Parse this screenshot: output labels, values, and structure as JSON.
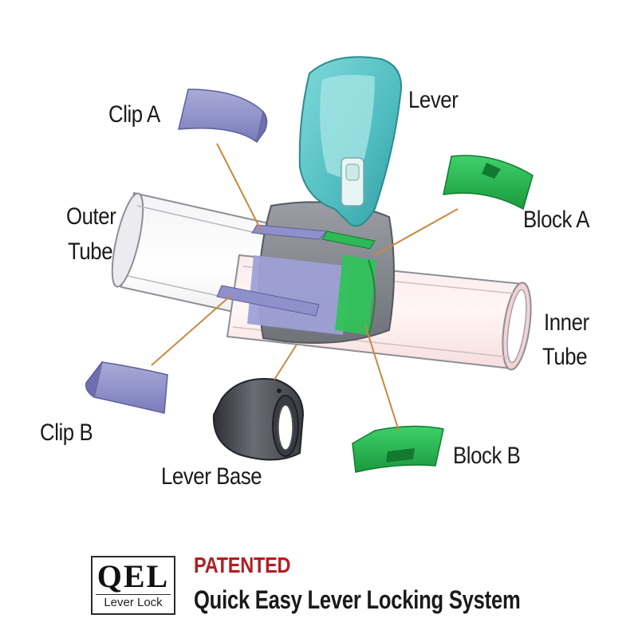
{
  "labels": {
    "clip_a": "Clip A",
    "lever": "Lever",
    "outer_tube_line1": "Outer",
    "outer_tube_line2": "Tube",
    "block_a": "Block A",
    "inner_tube_line1": "Inner",
    "inner_tube_line2": "Tube",
    "clip_b": "Clip B",
    "lever_base": "Lever Base",
    "block_b": "Block B"
  },
  "logo": {
    "mark": "QEL",
    "subtitle": "Lever Lock"
  },
  "footer": {
    "patented": "PATENTED",
    "tagline": "Quick Easy Lever Locking System"
  },
  "colors": {
    "clip": "#8e90cc",
    "block": "#22b14c",
    "lever": "#5cc6c8",
    "lever_base": "#4a4d55",
    "collar": "#8d9096",
    "leader_line": "#c98840",
    "patented": "#b01e23"
  },
  "icons": {
    "logo": "qel-logo-icon"
  }
}
